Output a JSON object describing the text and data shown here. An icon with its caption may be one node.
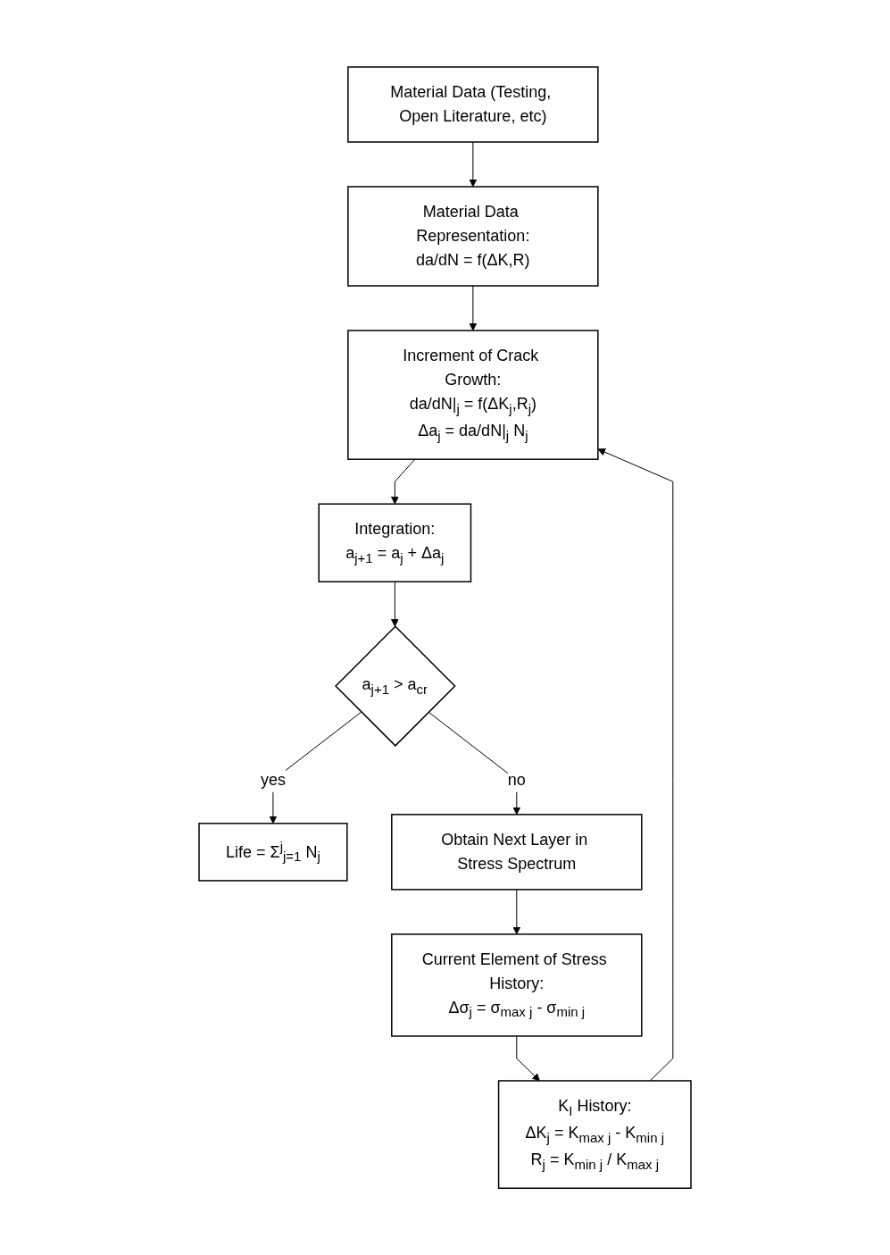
{
  "diagram": {
    "nodes": [
      {
        "text": [
          "Material Data (Testing, Open Literature, etc)"
        ]
      },
      {
        "text": [
          "Material Data Representation:",
          "da/dN = f(ΔK,R)"
        ]
      },
      {
        "text": [
          "Current Element of Stress History:",
          "Δσ$_{j}$ = σ$_{max j}$ - σ$_{min j}$"
        ]
      },
      {
        "text": [
          "K$_{I}$ History:",
          "ΔK$_{j}$ = K$_{max j}$ - K$_{min j}$",
          "R$_{j}$ = K$_{min j}$ / K$_{max j}$"
        ]
      },
      {
        "text": [
          "Increment of Crack Growth:",
          "da/dN|$_{j}$ = f(ΔK$_{j}$,R$_{j}$)",
          "Δa$_{j}$ = da/dN|$_{j}$ N$_{j}$"
        ]
      },
      {
        "text": [
          "Integration:",
          "a$_{j+1}$ = a$_{j}$ + Δa$_{j}$"
        ]
      },
      {
        "text": [
          "a$_{j+1}$ > a$_{cr}$"
        ]
      },
      {
        "text": [
          "Life = Σ$^{j}$$_{j=1}$ N$_{j}$"
        ]
      },
      {
        "text": [
          "Obtain Next Layer in Stress Spectrum"
        ]
      }
    ],
    "edges": [
      {
        "from": 0,
        "to": 1,
        "arrow": "to"
      },
      {
        "from": 1,
        "to": 4,
        "arrow": "to"
      },
      {
        "from": 2,
        "to": 3,
        "arrow": "to"
      },
      {
        "from": 3,
        "to": 4,
        "arrow": "to"
      },
      {
        "from": 4,
        "to": 5,
        "arrow": "to"
      },
      {
        "from": 5,
        "to": 6,
        "arrow": "to"
      },
      {
        "from": 6,
        "to": 8,
        "arrow": "to",
        "label": "no"
      },
      {
        "from": 6,
        "to": 7,
        "arrow": "to",
        "label": "yes"
      },
      {
        "from": 8,
        "to": 2,
        "arrow": "to"
      }
    ]
  }
}
